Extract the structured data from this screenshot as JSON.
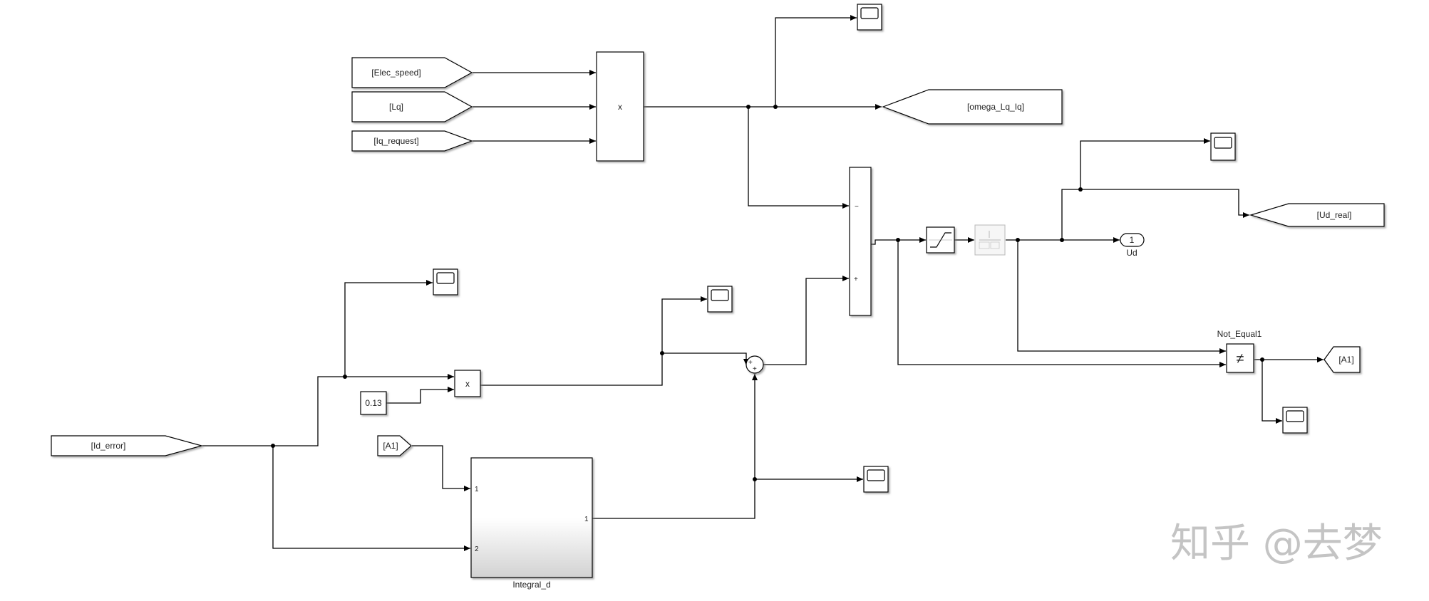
{
  "blocks": {
    "from_elec_speed": "[Elec_speed]",
    "from_lq": "[Lq]",
    "from_iq_request": "[Iq_request]",
    "goto_omega": "[omega_Lq_Iq]",
    "goto_ud_real": "[Ud_real]",
    "outport_number": "1",
    "outport_label": "Ud",
    "not_equal_label": "Not_Equal1",
    "not_equal_symbol": "≠",
    "goto_a1": "[A1]",
    "from_id_error": "[Id_error]",
    "constant_value": "0.13",
    "from_a1": "[A1]",
    "product1_symbol": "x",
    "product2_symbol": "x",
    "subsys_label": "Integral_d",
    "subsys_in1": "1",
    "subsys_in2": "2",
    "subsys_out1": "1",
    "sum_minus": "−",
    "sum_plus": "+",
    "small_sum_signs": "+"
  },
  "watermark": "知乎 @去梦",
  "colors": {
    "line": "#000000",
    "block_fill": "#ffffff",
    "watermark": "#c4c4c4",
    "faded": "#b8b8b8"
  },
  "icons": {
    "scope": "scope-icon",
    "saturation": "saturation-icon",
    "transfer": "transfer-fcn-icon"
  }
}
